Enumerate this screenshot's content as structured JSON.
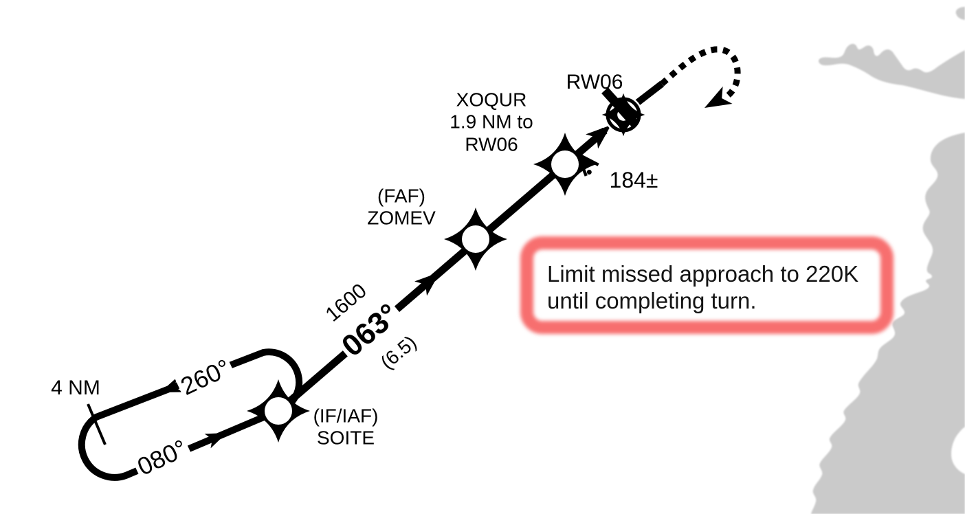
{
  "colors": {
    "ink": "#000000",
    "land": "#cacaca",
    "note_red": "#f76f6f"
  },
  "labels": {
    "runway": "RW06",
    "map_fix": {
      "name": "XOQUR",
      "distance": "1.9 NM to",
      "ref": "RW06"
    },
    "faf": {
      "role": "(FAF)",
      "name": "ZOMEV"
    },
    "iaf": {
      "role": "(IF/IAF)",
      "name": "SOITE"
    },
    "segment": {
      "altitude": "1600",
      "course": "063°",
      "distance": "(6.5)"
    },
    "hold": {
      "outbound_course": "260°",
      "inbound_course": "080°",
      "leg_length": "4 NM"
    },
    "obstacle": {
      "elevation": "184±"
    },
    "note": {
      "line1": "Limit missed approach to 220K",
      "line2": "until completing turn."
    }
  }
}
